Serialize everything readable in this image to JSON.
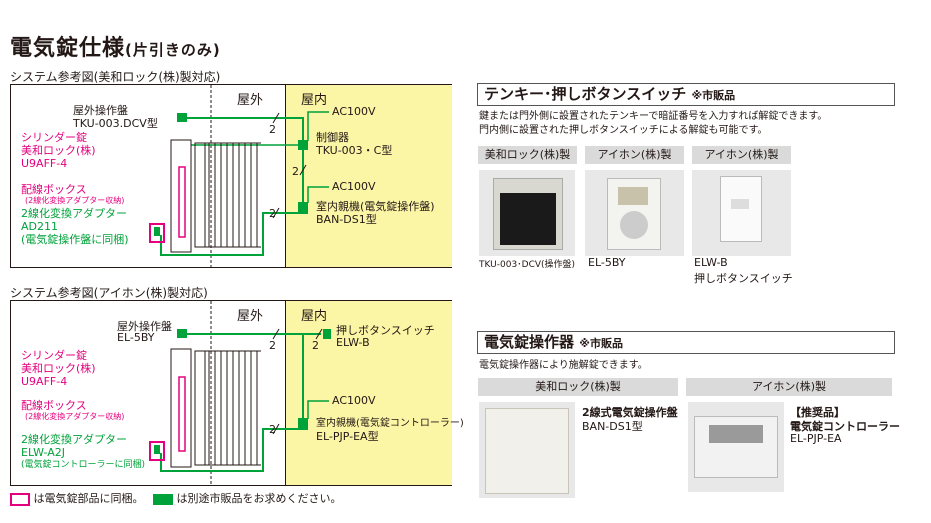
{
  "title": {
    "main": "電気錠仕様",
    "sub": "(片引きのみ)"
  },
  "diagram1": {
    "heading": "システム参考図(美和ロック(株)製対応)",
    "outdoor": "屋外",
    "indoor": "屋内",
    "outdoor_panel": [
      "屋外操作盤",
      "TKU-003.DCV型"
    ],
    "cylinder": [
      "シリンダー錠",
      "美和ロック(株)",
      "U9AFF-4"
    ],
    "wiring_box": "配線ボックス",
    "wiring_note": "(2線化変換アダプター収納)",
    "adapter": [
      "2線化変換アダプター",
      "AD211",
      "(電気錠操作盤に同梱)"
    ],
    "ac1": "AC100V",
    "controller": [
      "制御器",
      "TKU-003・C型"
    ],
    "ac2": "AC100V",
    "indoor_unit": [
      "室内親機(電気錠操作盤)",
      "BAN-DS1型"
    ],
    "wire_count": "2"
  },
  "diagram2": {
    "heading": "システム参考図(アイホン(株)製対応)",
    "outdoor": "屋外",
    "indoor": "屋内",
    "outdoor_panel": [
      "屋外操作盤",
      "EL-5BY"
    ],
    "switch": [
      "押しボタンスイッチ",
      "ELW-B"
    ],
    "cylinder": [
      "シリンダー錠",
      "美和ロック(株)",
      "U9AFF-4"
    ],
    "wiring_box": "配線ボックス",
    "wiring_note": "(2線化変換アダプター収納)",
    "adapter": [
      "2線化変換アダプター",
      "ELW-A2J",
      "(電気錠コントローラーに同梱)"
    ],
    "ac": "AC100V",
    "indoor_unit": [
      "室内親機(電気錠コントローラー)",
      "EL-PJP-EA型"
    ],
    "wire_count": "2"
  },
  "legend": {
    "pink": "は電気錠部品に同梱。",
    "green": "は別途市販品をお求めください。"
  },
  "section1": {
    "heading": "テンキー･押しボタンスイッチ",
    "note": "※市販品",
    "desc": [
      "鍵または門外側に設置されたテンキーで暗証番号を入力すれば解錠できます。",
      "門内側に設置された押しボタンスイッチによる解錠も可能です。"
    ],
    "makers": [
      "美和ロック(株)製",
      "アイホン(株)製",
      "アイホン(株)製"
    ],
    "captions": [
      [
        "TKU-003･DCV(操作盤)"
      ],
      [
        "EL-5BY"
      ],
      [
        "ELW-B",
        "押しボタンスイッチ"
      ]
    ]
  },
  "section2": {
    "heading": "電気錠操作器",
    "note": "※市販品",
    "desc": "電気錠操作器により施解錠できます。",
    "makers": [
      "美和ロック(株)製",
      "アイホン(株)製"
    ],
    "caption1": [
      "2線式電気錠操作盤",
      "BAN-DS1型"
    ],
    "caption2": [
      "【推奨品】",
      "電気錠コントローラー",
      "EL-PJP-EA"
    ]
  },
  "colors": {
    "pink": "#e4007f",
    "green": "#00a23a",
    "indoor_bg": "#fbf5a6"
  }
}
